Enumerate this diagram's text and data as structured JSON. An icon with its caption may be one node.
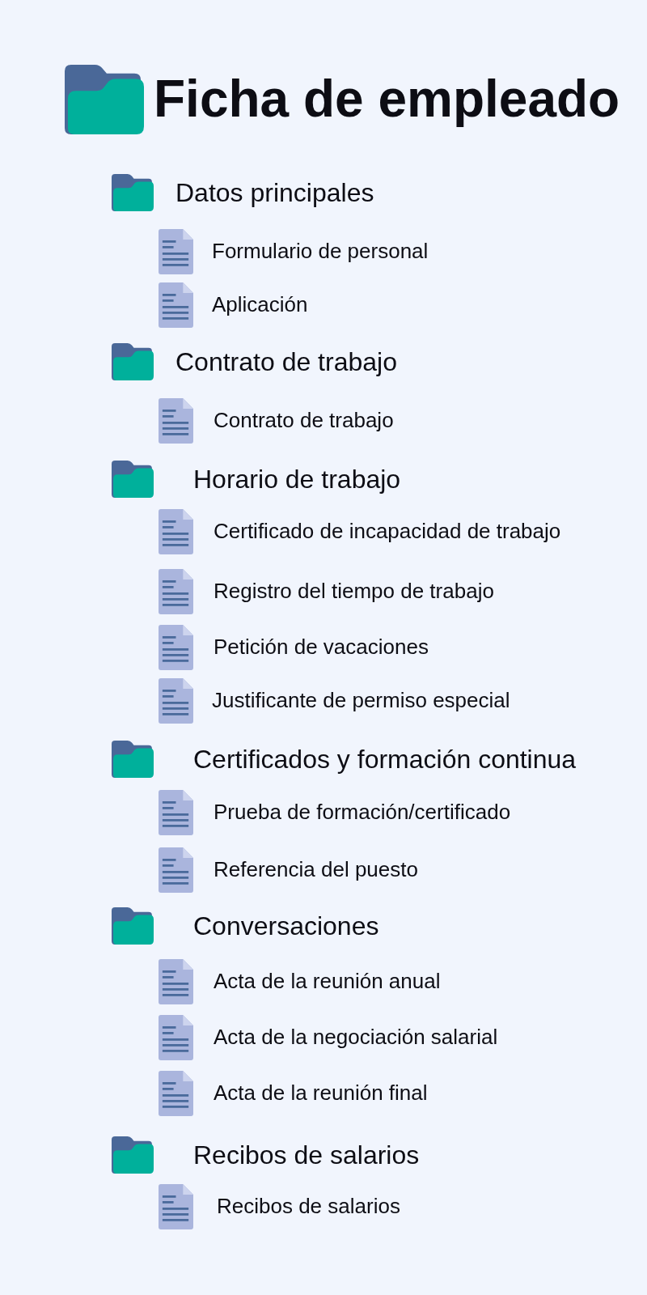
{
  "diagram": {
    "title": "Ficha de empleado",
    "labels": [
      "Datos principales",
      "Formulario de personal",
      "Aplicación",
      "Contrato de trabajo",
      "Contrato de trabajo",
      "Horario de trabajo",
      "Certificado de incapacidad de trabajo",
      "Registro del tiempo de trabajo",
      "Petición de vacaciones",
      "Justificante de permiso especial",
      "Certificados y formación continua",
      "Prueba de formación/certificado",
      "Referencia del puesto",
      "Conversaciones",
      "Acta de la reunión anual",
      "Acta de la negociación salarial",
      "Acta de la reunión final",
      "Recibos de salarios",
      "Recibos de salarios"
    ]
  }
}
